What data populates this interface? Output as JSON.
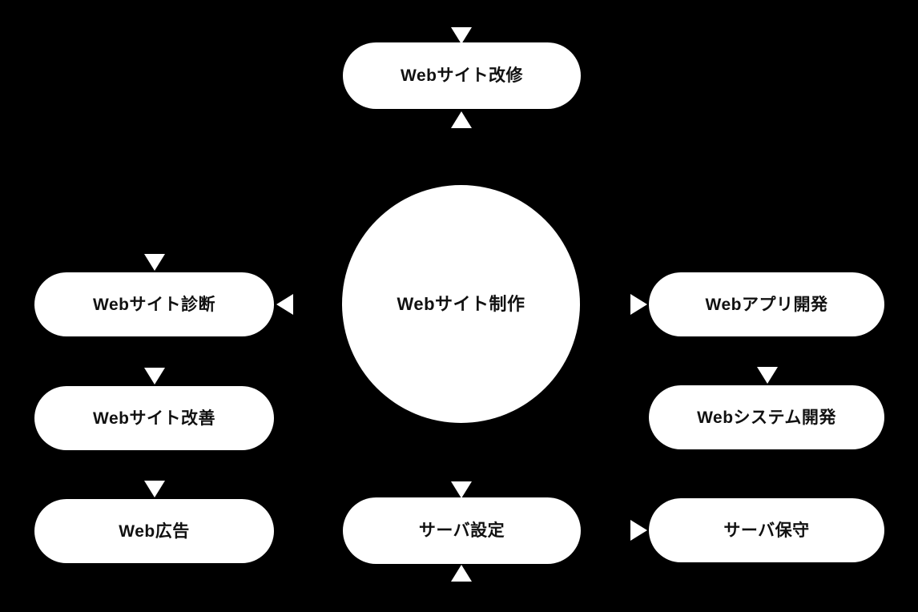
{
  "diagram": {
    "background_color": "#000000",
    "node_color": "#ffffff",
    "text_color": "#111111",
    "hub": {
      "label": "Webサイト制作",
      "shape": "circle"
    },
    "nodes": {
      "top": {
        "label": "Webサイト改修",
        "shape": "pill"
      },
      "left_1": {
        "label": "Webサイト診断",
        "shape": "pill"
      },
      "left_2": {
        "label": "Webサイト改善",
        "shape": "pill"
      },
      "left_3": {
        "label": "Web広告",
        "shape": "pill"
      },
      "right_1": {
        "label": "Webアプリ開発",
        "shape": "pill"
      },
      "right_2": {
        "label": "Webシステム開発",
        "shape": "pill"
      },
      "right_3": {
        "label": "サーバ保守",
        "shape": "pill"
      },
      "bottom": {
        "label": "サーバ設定",
        "shape": "pill"
      }
    },
    "arrows": [
      {
        "id": "top-in",
        "direction": "down",
        "target": "Webサイト改修"
      },
      {
        "id": "top-out",
        "direction": "up",
        "target": "Webサイト改修"
      },
      {
        "id": "left-1-in",
        "direction": "down",
        "target": "Webサイト診断"
      },
      {
        "id": "left-2-in",
        "direction": "down",
        "target": "Webサイト改善"
      },
      {
        "id": "left-3-in",
        "direction": "down",
        "target": "Web広告"
      },
      {
        "id": "hub-left",
        "direction": "left",
        "target": "Webサイト診断"
      },
      {
        "id": "hub-right",
        "direction": "right",
        "target": "Webアプリ開発"
      },
      {
        "id": "right-2-in",
        "direction": "down",
        "target": "Webシステム開発"
      },
      {
        "id": "right-3-in",
        "direction": "right",
        "target": "サーバ保守"
      },
      {
        "id": "bottom-in",
        "direction": "down",
        "target": "サーバ設定"
      },
      {
        "id": "bottom-out",
        "direction": "up",
        "target": "サーバ設定"
      }
    ]
  }
}
